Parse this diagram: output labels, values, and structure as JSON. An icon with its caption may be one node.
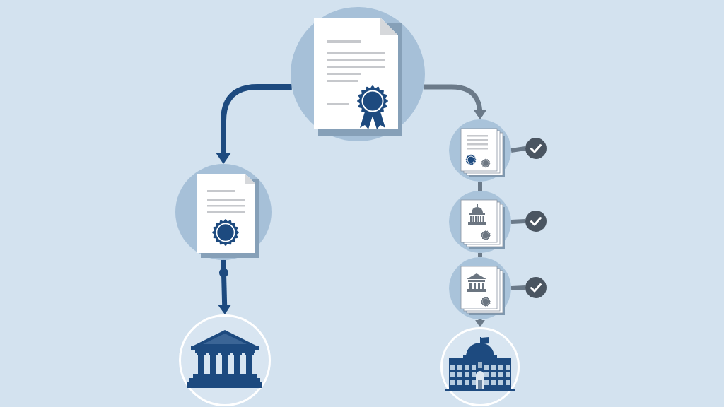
{
  "diagram": {
    "nodes": [
      {
        "text": [],
        "shape": "picture"
      },
      {
        "text": [],
        "shape": "picture"
      },
      {
        "text": [],
        "shape": "picture"
      },
      {
        "text": [],
        "shape": "picture"
      },
      {
        "text": [],
        "shape": "picture"
      },
      {
        "text": [],
        "shape": "picture"
      },
      {
        "text": [],
        "shape": "picture"
      },
      {
        "text": [],
        "shape": "circle"
      },
      {
        "text": [],
        "shape": "circle"
      },
      {
        "text": [],
        "shape": "circle"
      }
    ],
    "edges": [
      {
        "from": 0,
        "to": 1,
        "arrow": "to",
        "color": "#1d4a7f"
      },
      {
        "from": 0,
        "to": 3,
        "arrow": "to"
      },
      {
        "from": 1,
        "to": 2,
        "arrow": "to",
        "color": "#1d4a7f"
      },
      {
        "from": 3,
        "to": 4,
        "arrow": "none"
      },
      {
        "from": 4,
        "to": 5,
        "arrow": "none"
      },
      {
        "from": 5,
        "to": 6,
        "arrow": "to"
      },
      {
        "from": 3,
        "to": 7,
        "arrow": "none"
      },
      {
        "from": 4,
        "to": 8,
        "arrow": "none"
      },
      {
        "from": 5,
        "to": 9,
        "arrow": "none"
      }
    ]
  }
}
